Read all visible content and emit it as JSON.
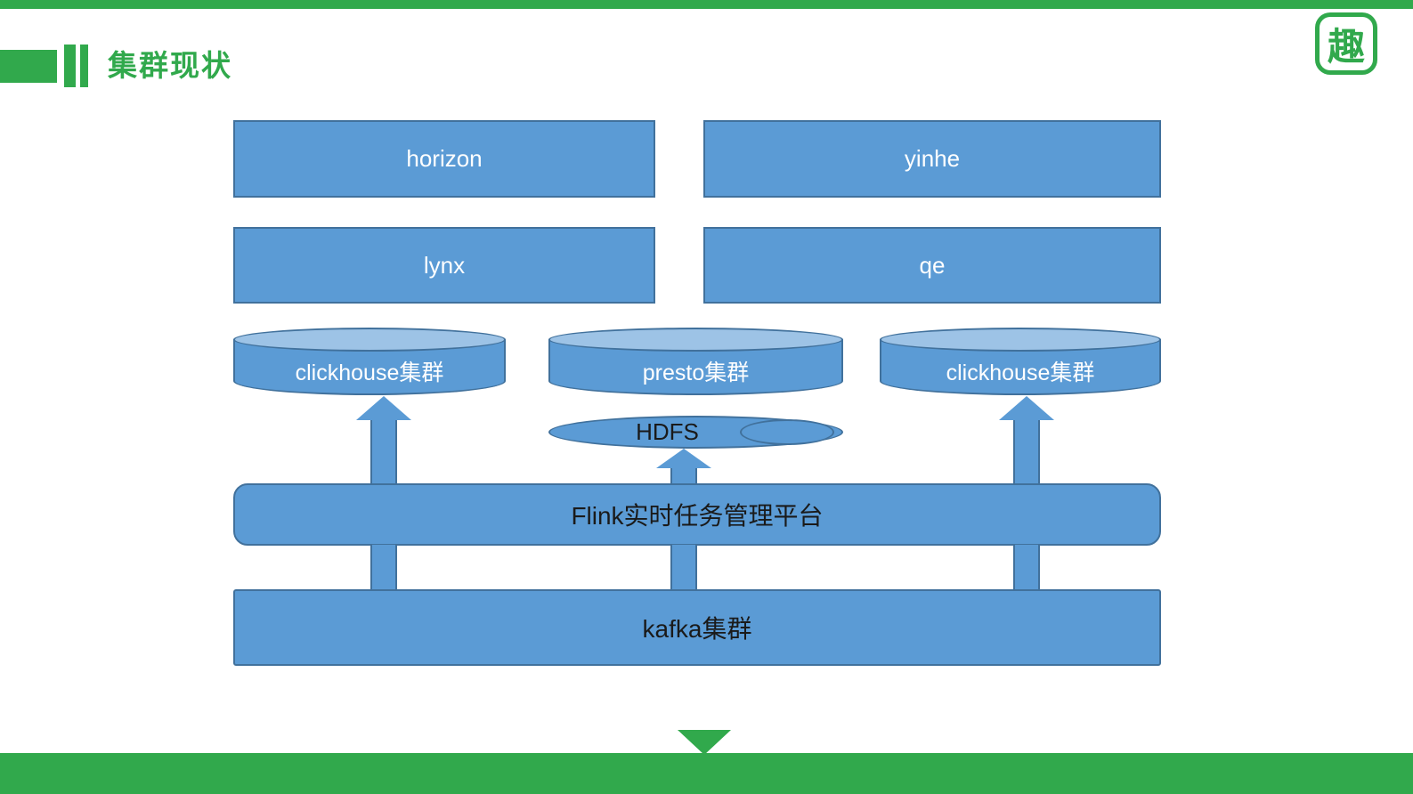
{
  "slide": {
    "title": "集群现状",
    "logo_glyph": "趣"
  },
  "colors": {
    "brand_green": "#31A94C",
    "node_blue": "#5B9BD5",
    "node_border_blue": "#41719C",
    "cylinder_top_blue": "#9DC3E6",
    "node_light_text": "#FFFFFF",
    "node_dark_text": "#1A1A1A"
  },
  "diagram": {
    "app_nodes": [
      {
        "label": "horizon"
      },
      {
        "label": "yinhe"
      },
      {
        "label": "lynx"
      },
      {
        "label": "qe"
      }
    ],
    "storage_nodes": [
      {
        "label": "clickhouse集群"
      },
      {
        "label": "presto集群"
      },
      {
        "label": "clickhouse集群"
      }
    ],
    "hdfs_label": "HDFS",
    "flink_label": "Flink实时任务管理平台",
    "kafka_label": "kafka集群"
  }
}
